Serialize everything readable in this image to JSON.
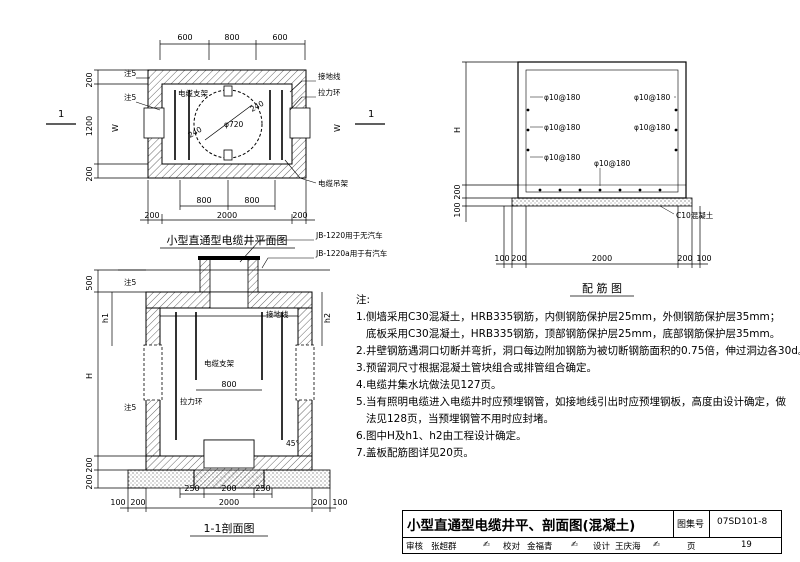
{
  "plan_view": {
    "title": "小型直通型电缆井平面图",
    "top_dims": [
      "600",
      "800",
      "600"
    ],
    "bottom_dims": [
      "800",
      "800"
    ],
    "total_dim": "2000",
    "left_dims": [
      "200",
      "1200",
      "200"
    ],
    "edge_dims": [
      "200",
      "200"
    ],
    "side_w": "W",
    "section_mark": "1",
    "labels": {
      "note5": "注5",
      "cable_bracket": "电缆支架",
      "ground_wire": "接地线",
      "pull_ring": "拉力环",
      "cable_hanger": "电缆吊架",
      "diameter": "φ720",
      "r240a": "240",
      "r240b": "240"
    }
  },
  "section_view": {
    "title": "1-1剖面图",
    "cover_a": "JB-1220用于无汽车",
    "cover_b": "JB-1220a用于有汽车",
    "left_dims": [
      "500",
      "H",
      "200",
      "200"
    ],
    "right_dims": [
      "h2"
    ],
    "left_h1": "h1",
    "inner_800": "800",
    "bottom_small": [
      "250",
      "200",
      "250"
    ],
    "bottom_dims": [
      "100",
      "200",
      "200",
      "100"
    ],
    "total_dim": "2000",
    "angle": "45°",
    "labels": {
      "note5a": "注5",
      "note5b": "注5",
      "ground_wire": "接地线",
      "cable_bracket": "电缆支架",
      "pull_ring": "拉力环"
    }
  },
  "rebar_view": {
    "title": "配 筋 图",
    "rebars": [
      "φ10@180",
      "φ10@180",
      "φ10@180",
      "φ10@180",
      "φ10@180",
      "φ10@180"
    ],
    "left_dims": [
      "H",
      "200",
      "100"
    ],
    "bottom_dims": [
      "100",
      "200",
      "2000",
      "200",
      "100"
    ],
    "concrete_label": "C10混凝土"
  },
  "notes": {
    "heading": "注:",
    "items": [
      "1.侧墙采用C30混凝土，HRB335钢筋，内侧钢筋保护层25mm，外侧钢筋保护层35mm；",
      "底板采用C30混凝土，HRB335钢筋，顶部钢筋保护层25mm，底部钢筋保护层35mm。",
      "2.井壁钢筋遇洞口切断并弯折，洞口每边附加钢筋为被切断钢筋面积的0.75倍，伸过洞边各30d。",
      "3.预留洞尺寸根据混凝土管块组合或排管组合确定。",
      "4.电缆井集水坑做法见127页。",
      "5.当有照明电缆进入电缆井时应预埋钢管，如接地线引出时应预埋钢板，高度由设计确定，做",
      "法见128页，当预埋钢管不用时应封堵。",
      "6.图中H及h1、h2由工程设计确定。",
      "7.盖板配筋图详见20页。"
    ]
  },
  "title_block": {
    "main_title": "小型直通型电缆井平、剖面图(混凝土)",
    "atlas_label": "图集号",
    "atlas_no": "07SD101-8",
    "review_label": "审核",
    "reviewer": "张超群",
    "check_label": "校对",
    "checker": "金福青",
    "design_label": "设计",
    "designer": "王庆海",
    "page_label": "页",
    "page_no": "19"
  }
}
